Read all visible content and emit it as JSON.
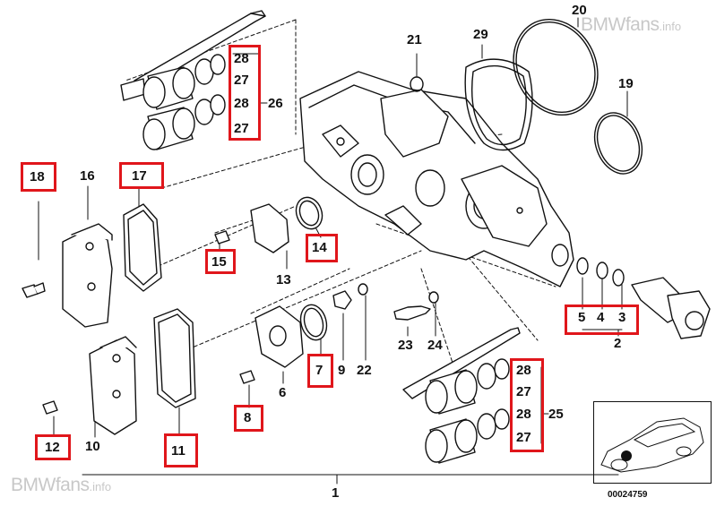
{
  "watermark_top": "BMWfans",
  "watermark_top_suffix": ".info",
  "watermark_bottom": "BMWfans",
  "watermark_bottom_suffix": ".info",
  "diagram_code": "00024759",
  "highlight_color": "#e0161b",
  "labels": {
    "p1": "1",
    "p2": "2",
    "p3": "3",
    "p4": "4",
    "p5": "5",
    "p6": "6",
    "p7": "7",
    "p8": "8",
    "p9": "9",
    "p10": "10",
    "p11": "11",
    "p12": "12",
    "p13": "13",
    "p14": "14",
    "p15": "15",
    "p16": "16",
    "p17": "17",
    "p18": "18",
    "p19": "19",
    "p20": "20",
    "p21": "21",
    "p22": "22",
    "p23": "23",
    "p24": "24",
    "p25": "25",
    "p26": "26",
    "p27a": "27",
    "p27b": "27",
    "p27c": "27",
    "p27d": "27",
    "p28a": "28",
    "p28b": "28",
    "p28c": "28",
    "p28d": "28",
    "p29": "29"
  }
}
